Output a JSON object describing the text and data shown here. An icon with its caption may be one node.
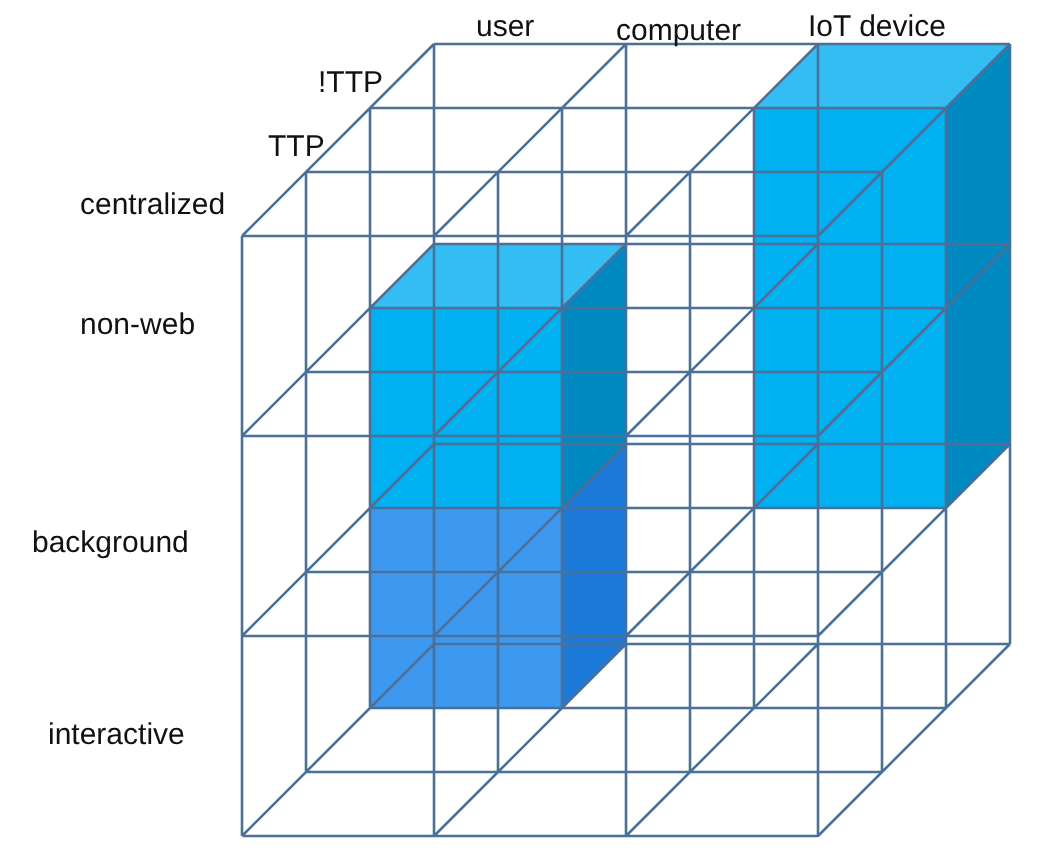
{
  "diagram": {
    "labels": [
      "user",
      "computer",
      "IoT device",
      "!TTP",
      "TTP",
      "centralized",
      "non-web",
      "background",
      "interactive"
    ]
  }
}
